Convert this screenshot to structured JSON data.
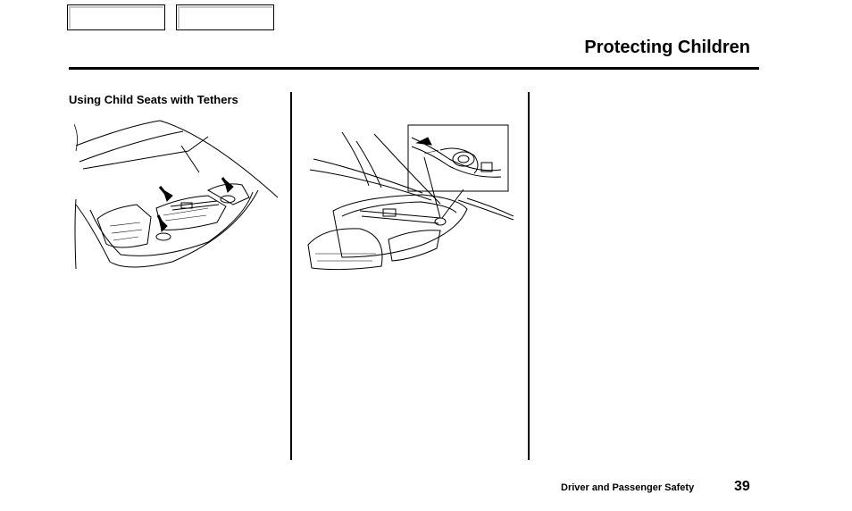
{
  "nav": {
    "buttons": [
      {
        "label": ""
      },
      {
        "label": ""
      }
    ]
  },
  "header": {
    "title": "Protecting Children"
  },
  "content": {
    "section_heading": "Using Child Seats with Tethers"
  },
  "footer": {
    "section": "Driver and Passenger Safety",
    "page_number": "39"
  }
}
